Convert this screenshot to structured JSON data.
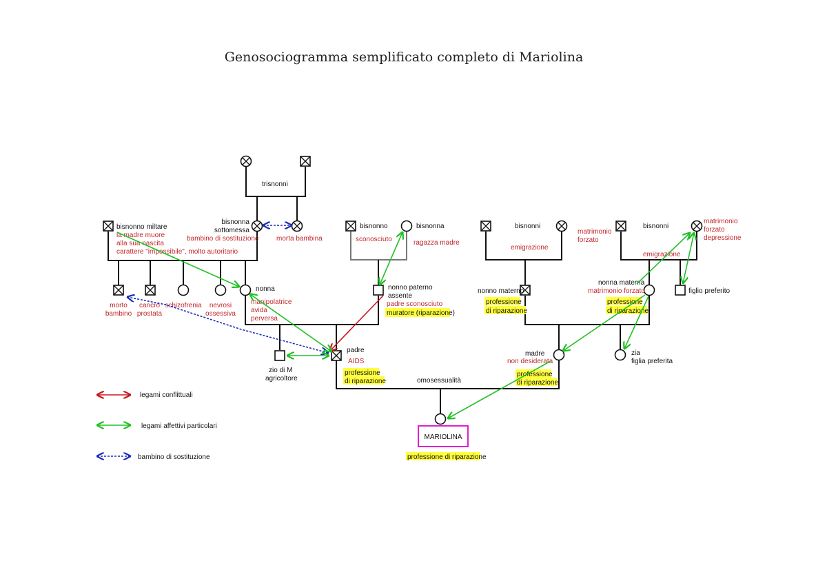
{
  "title": "Genosociogramma semplificato completo di  Mariolina",
  "colors": {
    "conflict": "#c8161d",
    "affective": "#22c026",
    "substitution": "#1a2db8",
    "annotation_red": "#c0282c",
    "highlight": "#ffff40",
    "mariolina_box": "#e020d0"
  },
  "labels": {
    "trisnonni": "trisnonni",
    "bisnonno_militare": "bisnonno miltare",
    "la_madre_muore": "la madre muore",
    "alla_sua_nascita": "alla sua nascita",
    "carattere": "carattere \"impossibile\", molto autoritario",
    "bisnonna_sottomessa_1": "bisnonna",
    "bisnonna_sottomessa_2": "sottomessa",
    "bambino_di_sostituzione": "bambino di sostituzione",
    "morta_bambina": "morta bambina",
    "bisnonno_p": "bisnonno",
    "bisnonna_p": "bisnonna",
    "sconosciuto": "sconosciuto",
    "ragazza_madre": "ragazza madre",
    "bisnonni_left": "bisnonni",
    "matrimonio_forzato_1": "matrimonio",
    "matrimonio_forzato_2": "forzato",
    "emigrazione_left": "emigrazione",
    "bisnonni_right": "bisnonni",
    "emigrazione_right": "emigrazione",
    "mf_dep_1": "matrimonio",
    "mf_dep_2": "forzato",
    "mf_dep_3": "depressione",
    "figlio_preferito": "figlio preferito",
    "morto_bambino_1": "morto",
    "morto_bambino_2": "bambino",
    "cancro_1": "cancro",
    "cancro_2": "prostata",
    "schizofrenia": "schizofrenia",
    "nevrosi_1": "nevrosi",
    "nevrosi_2": "ossessiva",
    "nonna": "nonna",
    "manipolatrice": "manipolatrice",
    "avida": "avida",
    "perversa": "perversa",
    "nonno_paterno_1": "nonno paterno",
    "nonno_paterno_2": "assente",
    "padre_sconosciuto": "padre sconosciuto",
    "muratore": "muratore (riparazione)",
    "nonno_materno": "nonno materno",
    "prof_nm_1": "professione",
    "prof_nm_2": "di riparazione",
    "nonna_materna": "nonna materna",
    "matrimonio_forzato_nm": "matrimonio forzato",
    "prof_nna_1": "professione",
    "prof_nna_2": "di riparazione",
    "zio_1": "zio di M",
    "zio_2": "agricoltore",
    "padre": "padre",
    "aids": "AIDS",
    "prof_padre_1": "professione",
    "prof_padre_2": "di riparazione",
    "omosessualita": "omosessualità",
    "madre": "madre",
    "non_desiderata": "non desiderata",
    "prof_madre_1": "professione",
    "prof_madre_2": "di riparazione",
    "zia_1": "zia",
    "zia_2": "figlia preferita",
    "mariolina": "MARIOLINA",
    "prof_mariolina": "professione di riparazione"
  },
  "legend": [
    {
      "label": "legami conflittuali",
      "type": "conflict"
    },
    {
      "label": "legami affettivi particolari",
      "type": "affective"
    },
    {
      "label": "bambino di sostituzione",
      "type": "substitution"
    }
  ]
}
